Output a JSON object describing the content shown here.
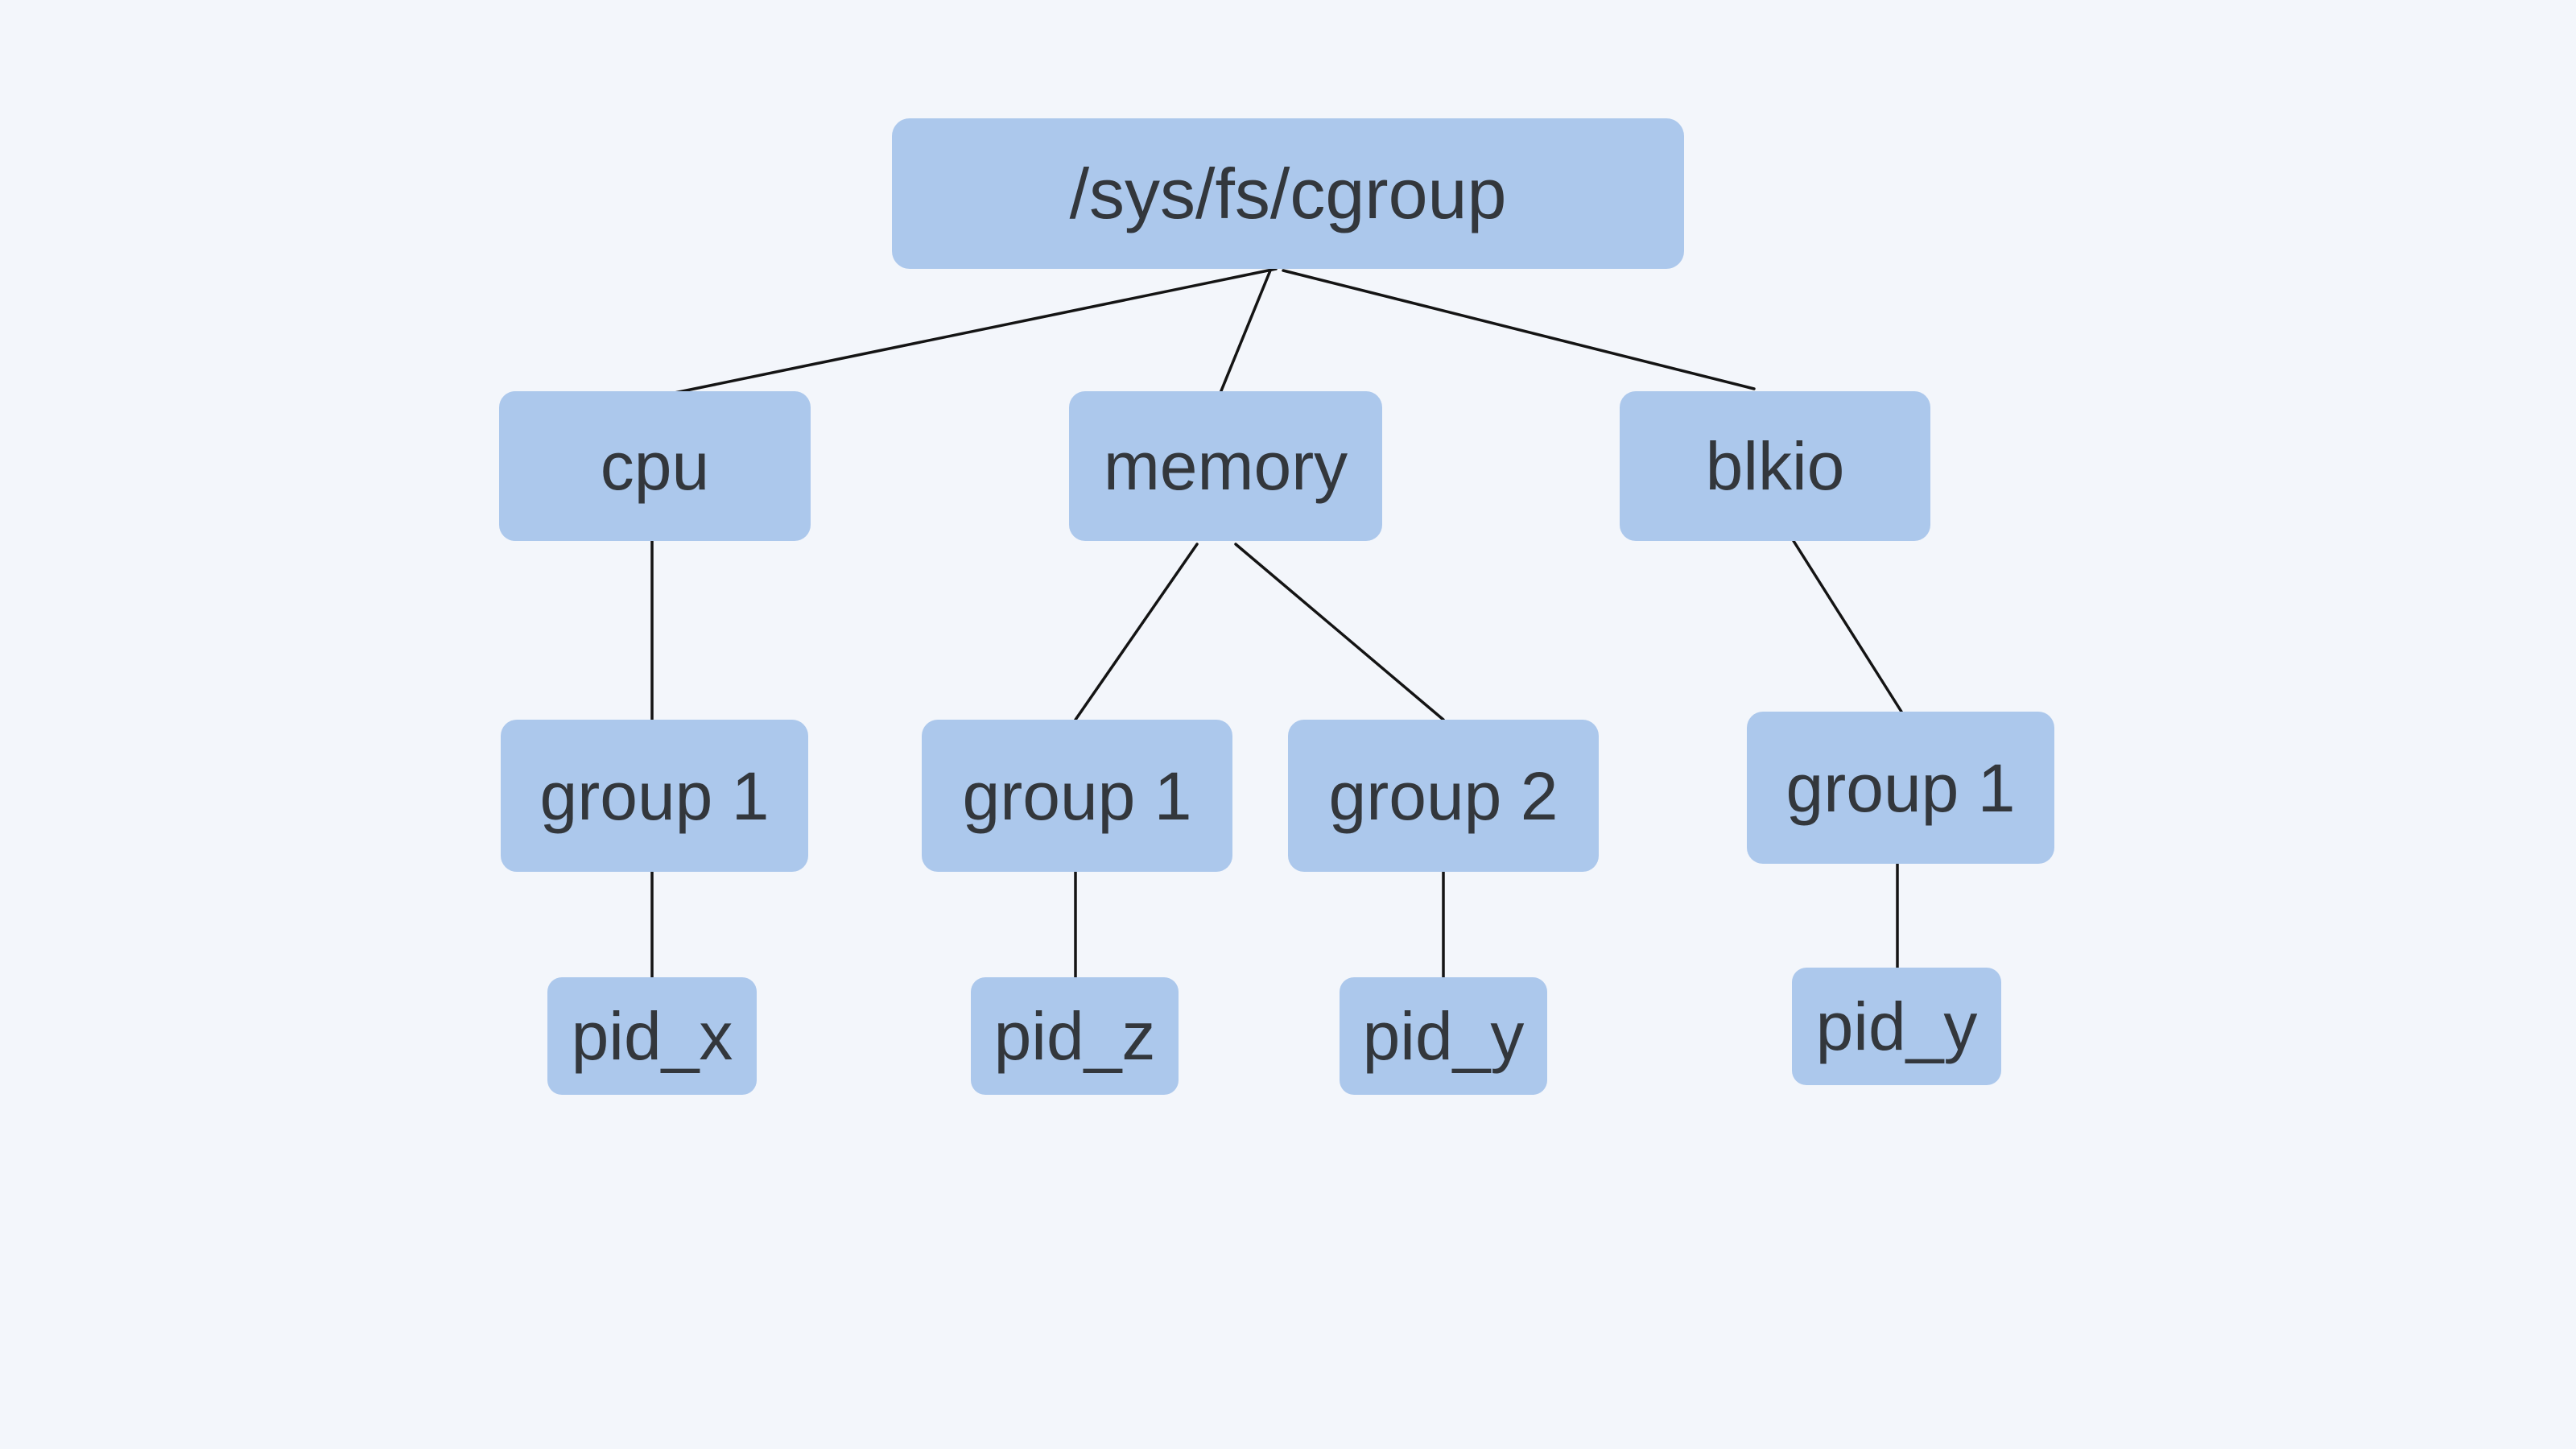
{
  "diagram": {
    "type": "tree",
    "background_color": "#f3f6fb",
    "node_fill_color": "#acc8ec",
    "node_text_color": "#33373c",
    "edge_color": "#141414",
    "nodes": {
      "root": {
        "label": "/sys/fs/cgroup"
      },
      "cpu": {
        "label": "cpu"
      },
      "memory": {
        "label": "memory"
      },
      "blkio": {
        "label": "blkio"
      },
      "cpu_group1": {
        "label": "group 1"
      },
      "mem_group1": {
        "label": "group 1"
      },
      "mem_group2": {
        "label": "group 2"
      },
      "blkio_group1": {
        "label": "group 1"
      },
      "cpu_pid": {
        "label": "pid_x"
      },
      "mem_g1_pid": {
        "label": "pid_z"
      },
      "mem_g2_pid": {
        "label": "pid_y"
      },
      "blkio_pid": {
        "label": "pid_y"
      }
    },
    "edges": [
      [
        "root",
        "cpu"
      ],
      [
        "root",
        "memory"
      ],
      [
        "root",
        "blkio"
      ],
      [
        "cpu",
        "cpu_group1"
      ],
      [
        "memory",
        "mem_group1"
      ],
      [
        "memory",
        "mem_group2"
      ],
      [
        "blkio",
        "blkio_group1"
      ],
      [
        "cpu_group1",
        "cpu_pid"
      ],
      [
        "mem_group1",
        "mem_g1_pid"
      ],
      [
        "mem_group2",
        "mem_g2_pid"
      ],
      [
        "blkio_group1",
        "blkio_pid"
      ]
    ]
  }
}
